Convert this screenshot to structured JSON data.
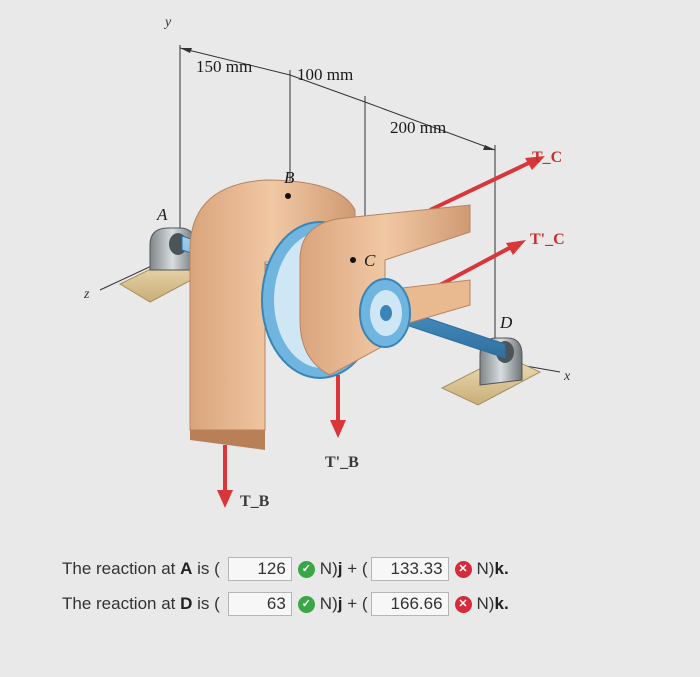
{
  "figure": {
    "dimensions": [
      "150 mm",
      "100 mm",
      "200 mm"
    ],
    "axes": {
      "y": "y",
      "z": "z",
      "x": "x"
    },
    "points": {
      "a": "A",
      "b": "B",
      "c": "C",
      "d": "D"
    },
    "forces": {
      "tb": "T_B",
      "tb_prime": "T'_B",
      "tc": "T_C",
      "tc_prime": "T'_C"
    },
    "colors": {
      "force": "#d9363a",
      "pulley": "#e7b993",
      "shaft": "#5fa7d8",
      "base": "#e0c89a"
    }
  },
  "answers": [
    {
      "label_prefix": "The reaction at ",
      "point": "A",
      "label_suffix": " is (",
      "j_value": "126",
      "j_status": "correct",
      "j_unit_text": "N)",
      "j_unit_bold": "j",
      "sep": " + (",
      "k_value": "133.33",
      "k_status": "incorrect",
      "k_unit_text": "N)",
      "k_unit_bold": "k."
    },
    {
      "label_prefix": "The reaction at ",
      "point": "D",
      "label_suffix": " is (",
      "j_value": "63",
      "j_status": "correct",
      "j_unit_text": "N)",
      "j_unit_bold": "j",
      "sep": " + (",
      "k_value": "166.66",
      "k_status": "incorrect",
      "k_unit_text": "N)",
      "k_unit_bold": "k."
    }
  ],
  "icons": {
    "correct": "check-circle-icon",
    "incorrect": "x-circle-icon"
  }
}
